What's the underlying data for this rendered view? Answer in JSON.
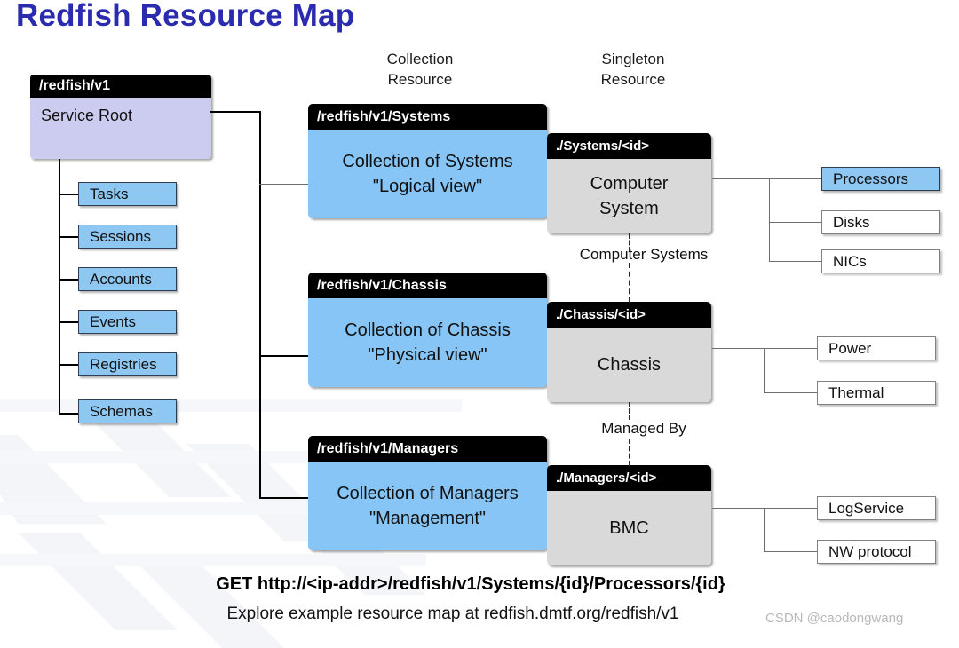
{
  "title": "Redfish Resource Map",
  "columns": {
    "collection_header": [
      "Collection",
      "Resource"
    ],
    "singleton_header": [
      "Singleton",
      "Resource"
    ]
  },
  "service_root": {
    "uri": "/redfish/v1",
    "label": "Service Root"
  },
  "sidebar": {
    "items": [
      {
        "label": "Tasks"
      },
      {
        "label": "Sessions"
      },
      {
        "label": "Accounts"
      },
      {
        "label": "Events"
      },
      {
        "label": "Registries"
      },
      {
        "label": "Schemas"
      }
    ]
  },
  "rows": [
    {
      "collection": {
        "uri": "/redfish/v1/Systems",
        "line1": "Collection of Systems",
        "line2": "\"Logical view\""
      },
      "singleton": {
        "uri": "./Systems/<id>",
        "line1": "Computer",
        "line2": "System"
      },
      "relation_label": "Computer Systems",
      "children": [
        {
          "label": "Processors",
          "highlight": true
        },
        {
          "label": "Disks",
          "highlight": false
        },
        {
          "label": "NICs",
          "highlight": false
        }
      ]
    },
    {
      "collection": {
        "uri": "/redfish/v1/Chassis",
        "line1": "Collection of Chassis",
        "line2": "\"Physical view\""
      },
      "singleton": {
        "uri": "./Chassis/<id>",
        "line1": "Chassis",
        "line2": ""
      },
      "relation_label": "Managed By",
      "children": [
        {
          "label": "Power",
          "highlight": false
        },
        {
          "label": "Thermal",
          "highlight": false
        }
      ]
    },
    {
      "collection": {
        "uri": "/redfish/v1/Managers",
        "line1": "Collection of Managers",
        "line2": "\"Management\""
      },
      "singleton": {
        "uri": "./Managers/<id>",
        "line1": "BMC",
        "line2": ""
      },
      "relation_label": "",
      "children": [
        {
          "label": "LogService",
          "highlight": false
        },
        {
          "label": "NW protocol",
          "highlight": false
        }
      ]
    }
  ],
  "footer": {
    "get_line": "GET http://<ip-addr>/redfish/v1/Systems/{id}/Processors/{id}",
    "explore_line": "Explore example resource map at redfish.dmtf.org/redfish/v1",
    "watermark": "CSDN @caodongwang"
  },
  "colors": {
    "title": "#2b2bb0",
    "collection_body": "#86c5f5",
    "singleton_body": "#d9d9d9",
    "service_root_body": "#ccccf0",
    "highlight_box": "#8ec7f2",
    "header_bar": "#000000"
  }
}
